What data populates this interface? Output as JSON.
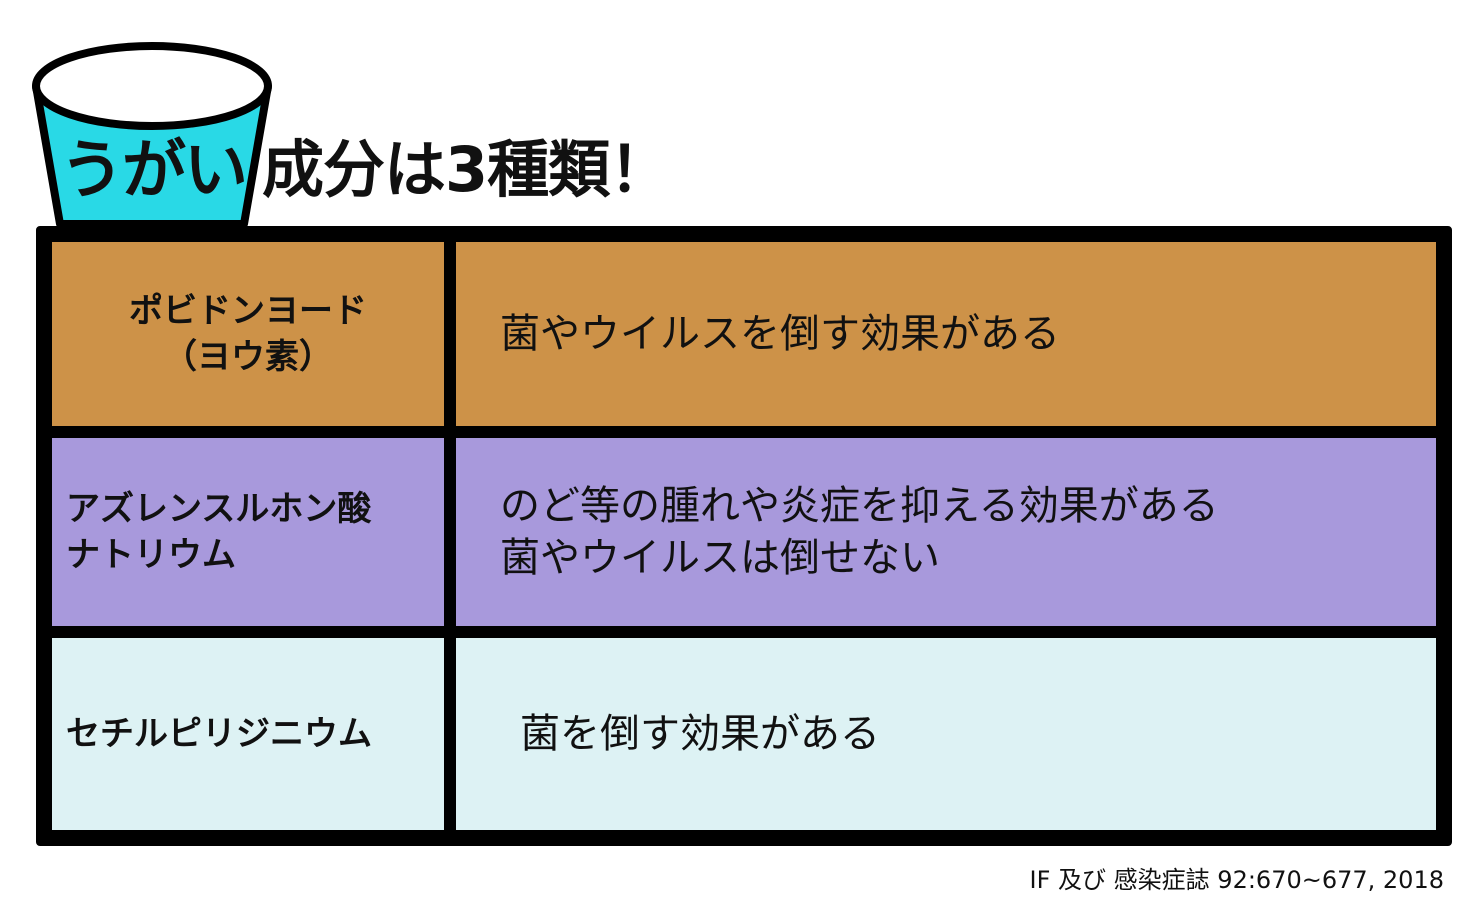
{
  "title": {
    "cup_word": "うがい",
    "rest": "成分は3種類！"
  },
  "colors": {
    "cup": "#29d9e6",
    "row1": "#cd9248",
    "row2": "#a899dc",
    "row3": "#ddf2f4"
  },
  "rows": [
    {
      "name_lines": [
        "ポビドンヨード",
        "（ヨウ素）"
      ],
      "desc_lines": [
        "菌やウイルスを倒す効果がある"
      ]
    },
    {
      "name_lines": [
        "アズレンスルホン酸",
        "ナトリウム"
      ],
      "desc_lines": [
        "のど等の腫れや炎症を抑える効果がある",
        "菌やウイルスは倒せない"
      ]
    },
    {
      "name_lines": [
        "セチルピリジニウム"
      ],
      "desc_lines": [
        "菌を倒す効果がある"
      ]
    }
  ],
  "source": "IF 及び 感染症誌 92:670~677, 2018"
}
